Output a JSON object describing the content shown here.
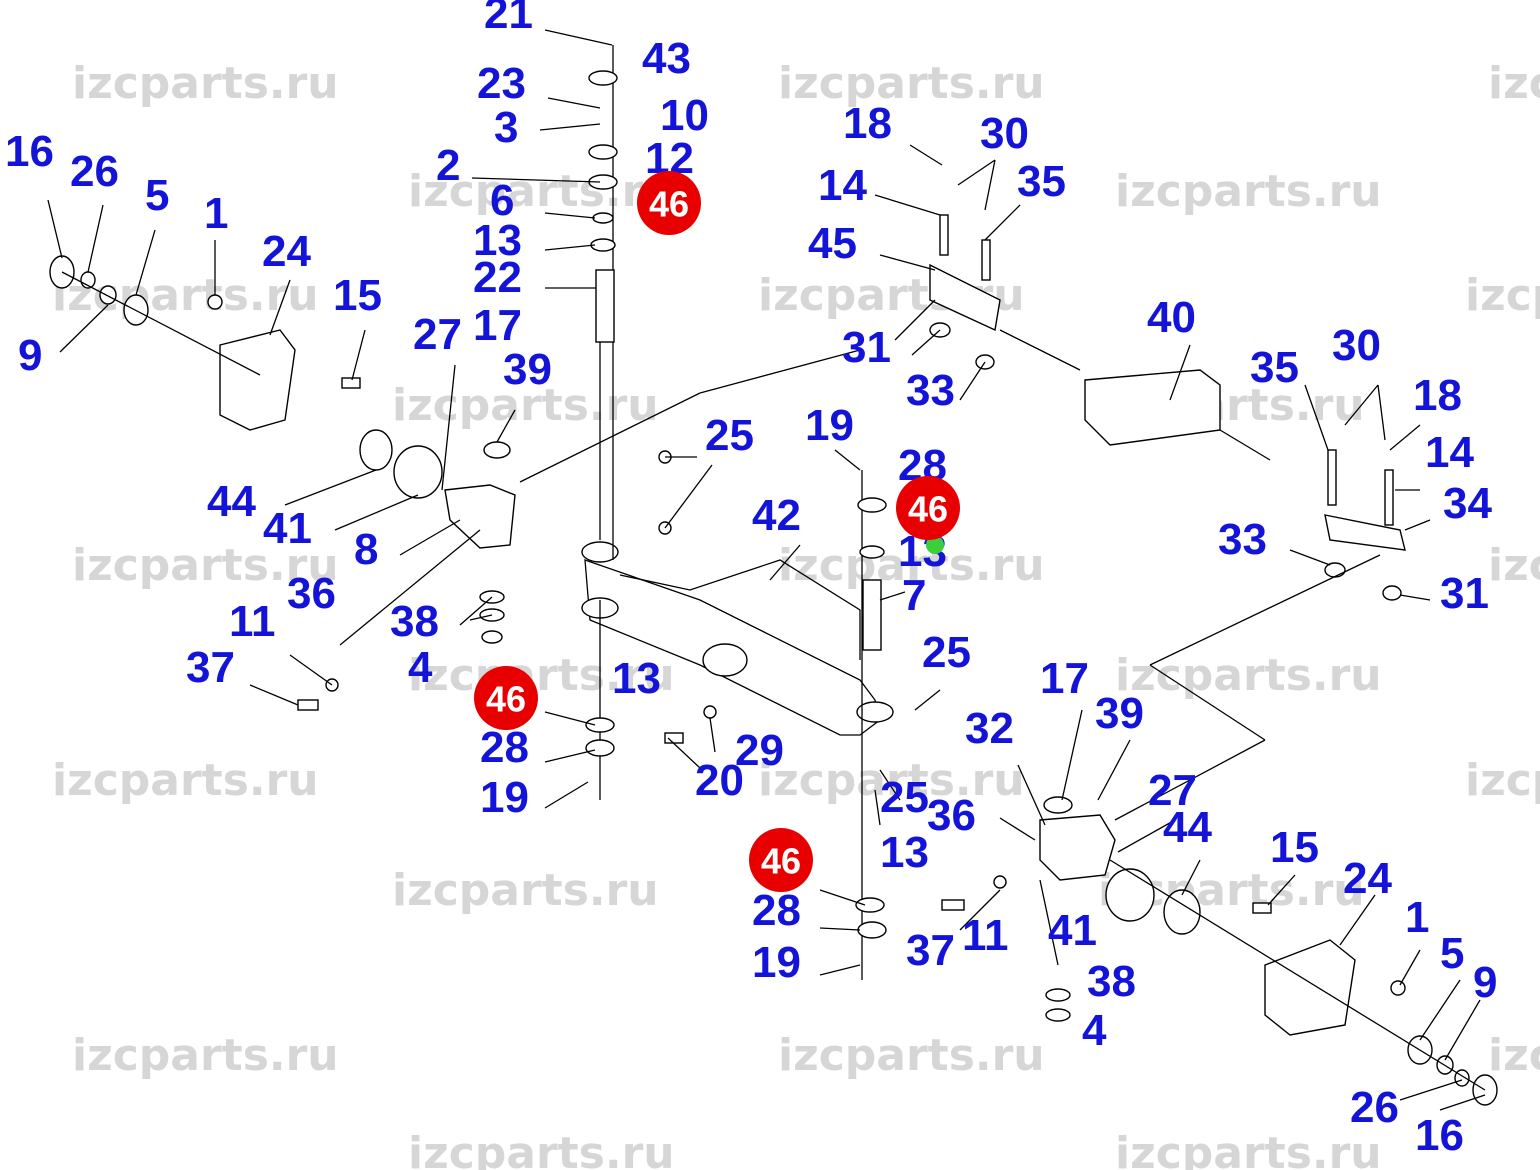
{
  "watermark": "izcparts.ru",
  "labels": [
    "21",
    "43",
    "23",
    "3",
    "10",
    "12",
    "2",
    "6",
    "13",
    "22",
    "17",
    "46",
    "16",
    "26",
    "5",
    "1",
    "24",
    "15",
    "9",
    "27",
    "39",
    "44",
    "41",
    "8",
    "36",
    "11",
    "38",
    "4",
    "37",
    "28",
    "19",
    "18",
    "30",
    "14",
    "35",
    "45",
    "31",
    "33",
    "40",
    "34",
    "25",
    "42",
    "7",
    "32",
    "29",
    "20"
  ],
  "callout_badge": "46",
  "colors": {
    "label": "#1414d8",
    "badge": "#e80000",
    "watermark": "#d6d6d6"
  }
}
